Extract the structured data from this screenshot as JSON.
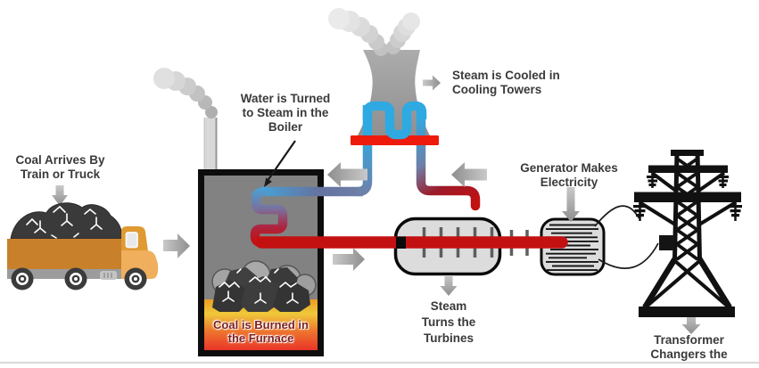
{
  "labels": {
    "coal_arrives": {
      "lines": [
        "Coal Arrives By",
        "Train or Truck"
      ]
    },
    "water_steam": {
      "lines": [
        "Water is Turned",
        "to Steam in the",
        "Boiler"
      ]
    },
    "steam_cooled": {
      "lines": [
        "Steam is Cooled in",
        "Cooling Towers"
      ]
    },
    "generator": {
      "lines": [
        "Generator Makes",
        "Electricity"
      ]
    },
    "steam_turbines": {
      "lines": [
        "Steam",
        "Turns the",
        "Turbines"
      ]
    },
    "transformer": {
      "lines": [
        "Transformer",
        "Changers the"
      ]
    },
    "furnace": {
      "lines": [
        "Coal is Burned in",
        "the Furnace"
      ]
    }
  },
  "arrows": [
    {
      "name": "to-truck",
      "direction": "down"
    },
    {
      "name": "truck-to-furnace",
      "direction": "right"
    },
    {
      "name": "return-water-to-boiler",
      "direction": "left"
    },
    {
      "name": "steam-to-cooling-tower",
      "direction": "left"
    },
    {
      "name": "steam-to-turbine",
      "direction": "right"
    },
    {
      "name": "tower-to-caption",
      "direction": "right"
    },
    {
      "name": "to-generator",
      "direction": "down"
    },
    {
      "name": "to-turbine-caption",
      "direction": "down"
    },
    {
      "name": "to-transformer-caption",
      "direction": "down"
    }
  ],
  "colors": {
    "pipe_cold": "#2FA9E1",
    "pipe_return": "#6F80A8",
    "pipe_hot": "#C31111",
    "red_bar": "#EE1B0D",
    "fire_top": "#EC9C23",
    "fire_mid": "#EFC93A",
    "fire_bottom": "#E93428",
    "machine_fill": "#DCDCDC",
    "tower_gray": "#9A9A9A",
    "arrow_gray": "#A8A8A8",
    "truck_bed_orange": "#C9802B",
    "cab_orange": "#DF9A33",
    "hood_orange": "#EFAF5C",
    "coal_dark": "#3A3A3A",
    "label_text": "#3A3A3A",
    "furnace_label_text": "#7D1F1F"
  }
}
